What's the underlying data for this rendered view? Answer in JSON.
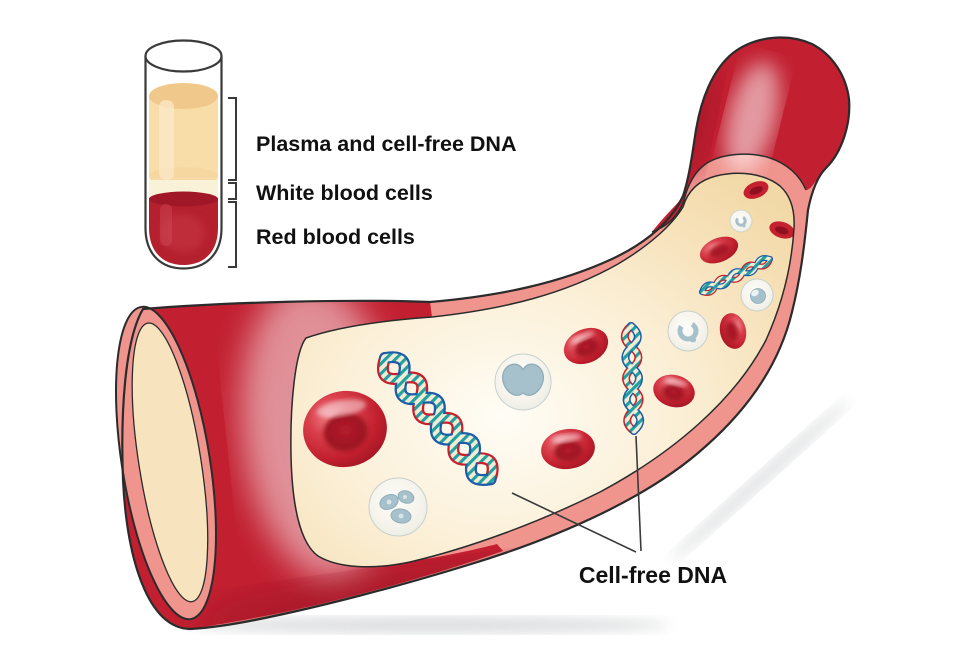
{
  "figure": {
    "background": "#FFFFFF",
    "outline_color": "#2B2B2B"
  },
  "tube": {
    "labels": {
      "plasma": "Plasma and cell-free DNA",
      "wbc": "White blood cells",
      "rbc": "Red blood cells"
    },
    "colors": {
      "glass_outline": "#3A3A3A",
      "plasma": "#F8DDA9",
      "plasma_top": "#F1C88B",
      "buffy_coat": "#FAF1D9",
      "red_layer": "#B5202E"
    }
  },
  "vessel": {
    "label": "Cell-free DNA",
    "colors": {
      "wall": "#C22031",
      "wall_dark": "#7E0D1B",
      "lining": "#F0948E",
      "cut_face": "#F7E3BE",
      "lumen_edge": "#F2D8A6",
      "lumen_center": "#FFFDF6",
      "rbc": "#C32030",
      "rbc_dark": "#8E0F1F",
      "wbc_body": "#F5F3EA",
      "wbc_nucleus": "#A7C1CC",
      "dna_red": "#C8202C",
      "dna_blue": "#1E5CA8",
      "dna_teal": "#21A0A0",
      "dna_cream": "#F2ECD4"
    },
    "contents": {
      "red_blood_cells": 8,
      "white_blood_cells": 5,
      "dna_helices": 3
    }
  }
}
